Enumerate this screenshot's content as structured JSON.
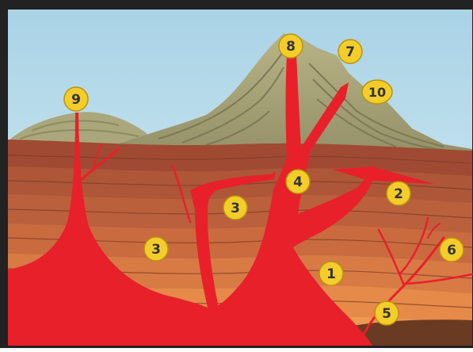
{
  "diagram": {
    "labels": [
      {
        "id": "1",
        "text": "1"
      },
      {
        "id": "2",
        "text": "2"
      },
      {
        "id": "3a",
        "text": "3"
      },
      {
        "id": "3b",
        "text": "3"
      },
      {
        "id": "4",
        "text": "4"
      },
      {
        "id": "5",
        "text": "5"
      },
      {
        "id": "6",
        "text": "6"
      },
      {
        "id": "7",
        "text": "7"
      },
      {
        "id": "8",
        "text": "8"
      },
      {
        "id": "9",
        "text": "9"
      },
      {
        "id": "10",
        "text": "10"
      }
    ],
    "colors": {
      "sky_top": "#a9d3e6",
      "sky_bottom": "#d7ecf3",
      "magma": "#e8202a",
      "badge": "#f4cd2a",
      "volcano": "#a9a57a"
    }
  }
}
